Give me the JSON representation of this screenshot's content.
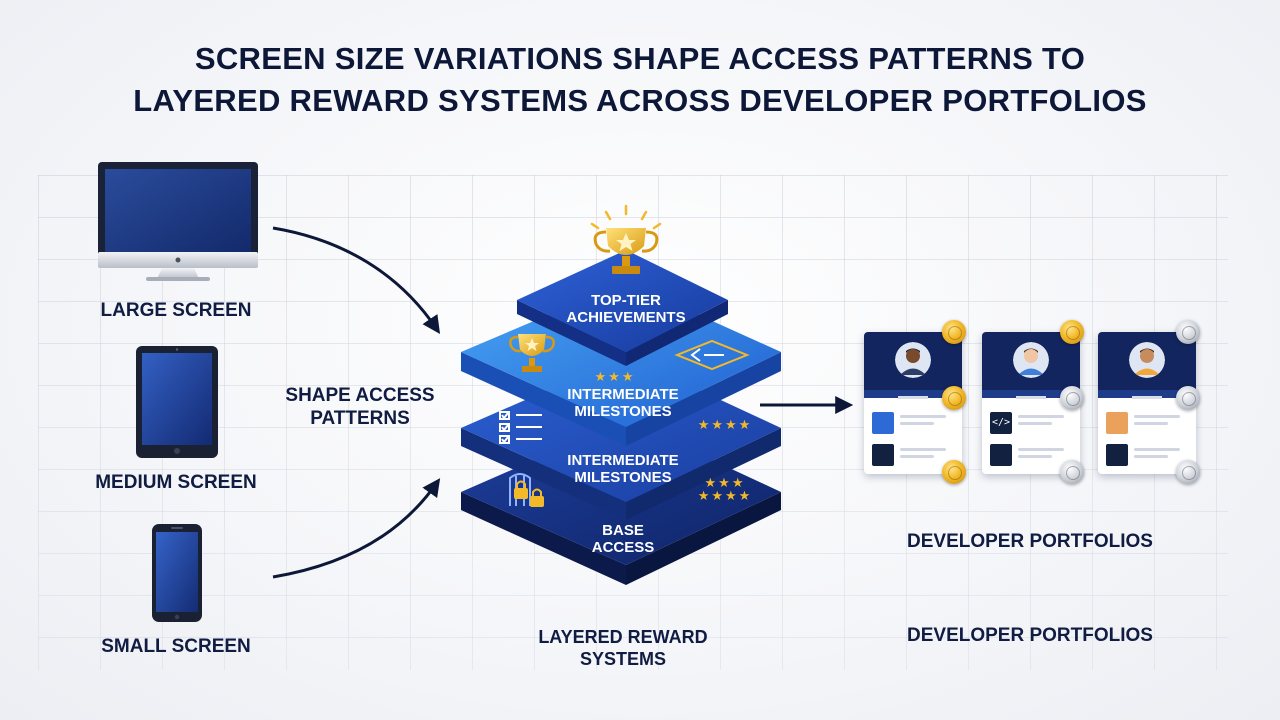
{
  "title": {
    "line1": "SCREEN SIZE VARIATIONS SHAPE ACCESS PATTERNS TO",
    "line2": "LAYERED REWARD SYSTEMS ACROSS DEVELOPER PORTFOLIOS"
  },
  "devices": {
    "large": "LARGE SCREEN",
    "medium": "MEDIUM SCREEN",
    "small": "SMALL SCREEN"
  },
  "flow_label": {
    "line1": "SHAPE ACCESS",
    "line2": "PATTERNS"
  },
  "layers": {
    "top": {
      "line1": "TOP-TIER",
      "line2": "ACHIEVEMENTS"
    },
    "second": {
      "line1": "INTERMEDIATE",
      "line2": "MILESTONES",
      "stars": "★★★"
    },
    "third": {
      "line1": "INTERMEDIATE",
      "line2": "MILESTONES",
      "stars": "★★★★"
    },
    "base": {
      "line1": "BASE",
      "line2": "ACCESS",
      "stars_top": "★★★",
      "stars_bottom": "★★★★"
    }
  },
  "stack_caption": {
    "line1": "LAYERED REWARD",
    "line2": "SYSTEMS"
  },
  "portfolios": {
    "label_upper": "DEVELOPER PORTFOLIOS",
    "label_lower": "DEVELOPER PORTFOLIOS",
    "code_glyph": "</>",
    "cards": [
      {
        "skin": "#7a4a2c",
        "shirt": "#2c3e66",
        "medals": "gold"
      },
      {
        "skin": "#f1c6a4",
        "shirt": "#3f7fd9",
        "medals": "silver"
      },
      {
        "skin": "#c78b5e",
        "shirt": "#f2a73a",
        "medals": "silver"
      }
    ]
  },
  "colors": {
    "navy": "#0d1738",
    "layer_top": "#1e47b8",
    "layer_second": "#2f7fe0",
    "layer_third": "#2151c0",
    "layer_base": "#16307e",
    "gold": "#f2b929"
  }
}
